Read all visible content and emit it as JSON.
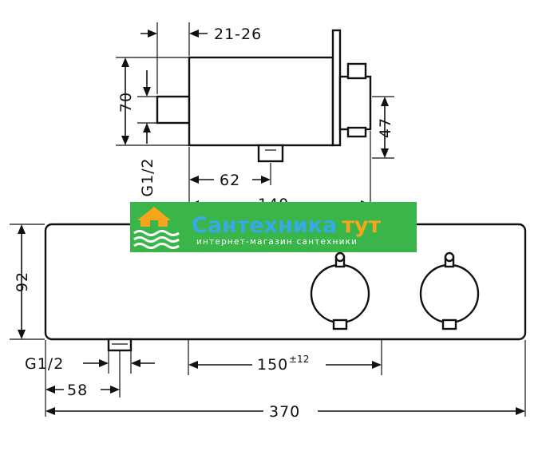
{
  "dimensions": {
    "d_21_26": "21-26",
    "d_70": "70",
    "d_g12_top": "G1/2",
    "d_47": "47",
    "d_62": "62",
    "d_140": "140",
    "d_92": "92",
    "d_g12_bottom": "G1/2",
    "d_150": "150",
    "d_150_tol": "±12",
    "d_58": "58",
    "d_370": "370"
  },
  "watermark": {
    "title_main": "Сантехника",
    "title_accent": "тут",
    "subtitle": "интернет-магазин сантехники",
    "bg_color": "#39b54a",
    "title_color": "#38a9e8",
    "accent_color": "#f7a51c"
  }
}
